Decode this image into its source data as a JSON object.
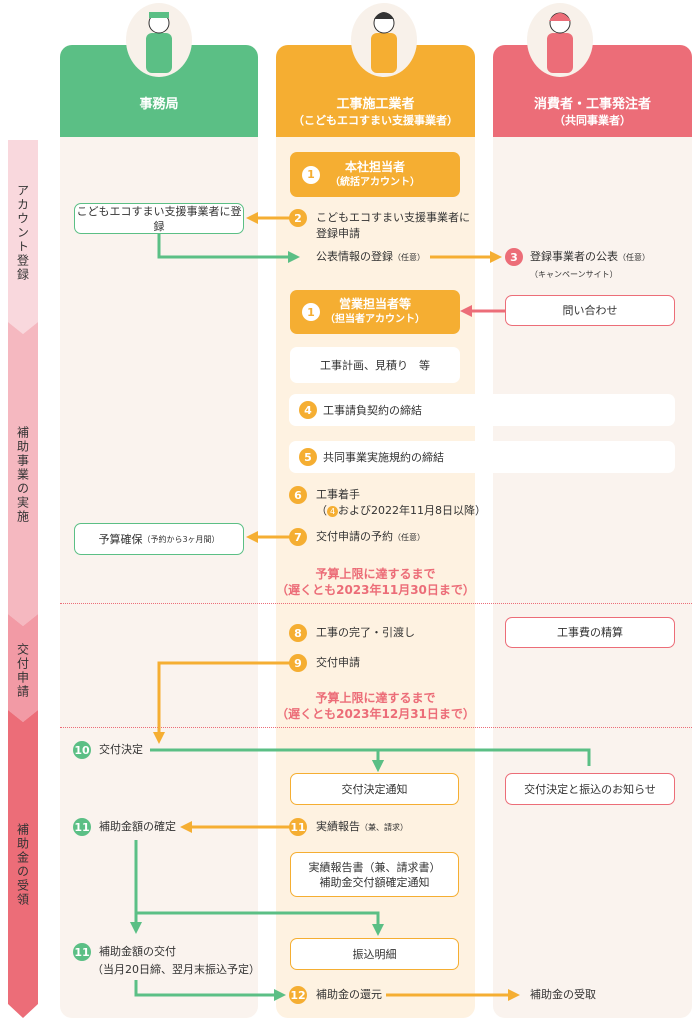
{
  "columns": {
    "office": {
      "title": "事務局",
      "color": "#5bbf85"
    },
    "builder": {
      "title": "工事施工業者",
      "sub": "（こどもエコすまい支援事業者）",
      "color": "#f5ae32"
    },
    "consumer": {
      "title": "消費者・工事発注者",
      "sub": "（共同事業者）",
      "color": "#ec6d78"
    }
  },
  "phases": [
    "アカウント登録",
    "補助事業の実施",
    "交付申請",
    "補助金の受領"
  ],
  "steps": {
    "s1a": {
      "num": "1",
      "title": "本社担当者",
      "sub": "（統括アカウント）"
    },
    "reg_box": "こどもエコすまい支援事業者に登録",
    "s2": {
      "num": "2",
      "line1": "こどもエコすまい支援事業者に",
      "line2": "登録申請"
    },
    "pub_info": "公表情報の登録",
    "optional": "（任意）",
    "s3": {
      "num": "3",
      "text": "登録事業者の公表",
      "sub": "（キャンペーンサイト）"
    },
    "s1b": {
      "num": "1",
      "title": "営業担当者等",
      "sub": "（担当者アカウント）"
    },
    "inquiry": "問い合わせ",
    "plan": "工事計画、見積り　等",
    "s4": {
      "num": "4",
      "text": "工事請負契約の締結"
    },
    "s5": {
      "num": "5",
      "text": "共同事業実施規約の締結"
    },
    "s6": {
      "num": "6",
      "text": "工事着手",
      "sub_pre": "（",
      "sub_num": "4",
      "sub_post": "および2022年11月8日以降）"
    },
    "budget_box": "予算確保",
    "budget_sub": "（予約から3ヶ月間）",
    "s7": {
      "num": "7",
      "text": "交付申請の予約"
    },
    "limit1": {
      "l1": "予算上限に達するまで",
      "l2": "（遅くとも2023年11月30日まで）"
    },
    "s8": {
      "num": "8",
      "text": "工事の完了・引渡し"
    },
    "settle": "工事費の精算",
    "s9": {
      "num": "9",
      "text": "交付申請"
    },
    "limit2": {
      "l1": "予算上限に達するまで",
      "l2": "（遅くとも2023年12月31日まで）"
    },
    "s10": {
      "num": "10",
      "text": "交付決定"
    },
    "notice": "交付決定通知",
    "notice2": "交付決定と振込のお知らせ",
    "s11a": {
      "num": "11",
      "text": "補助金額の確定"
    },
    "s11b": {
      "num": "11",
      "text": "実績報告",
      "sub": "（兼、請求）"
    },
    "report": {
      "l1": "実績報告書（兼、請求書）",
      "l2": "補助金交付額確定通知"
    },
    "s11c": {
      "num": "11",
      "text": "補助金額の交付",
      "sub": "（当月20日締、翌月末振込予定）"
    },
    "transfer": "振込明細",
    "s12": {
      "num": "12",
      "text": "補助金の還元"
    },
    "receive": "補助金の受取"
  }
}
